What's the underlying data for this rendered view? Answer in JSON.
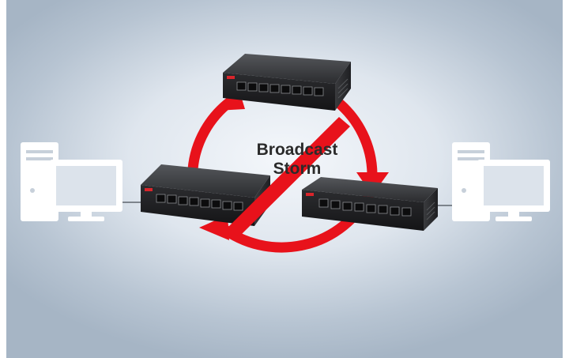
{
  "title": {
    "line1": "Broadcast",
    "line2": "Storm"
  },
  "colors": {
    "loop_arrows": "#e8121b",
    "prohibition_slash": "#e8121b",
    "switch_body": "#2a2a2c",
    "computer_icon": "#ffffff",
    "background": "#dfe6ee"
  },
  "nodes": [
    {
      "id": "switch-top",
      "icon": "network-switch-icon"
    },
    {
      "id": "switch-left",
      "icon": "network-switch-icon"
    },
    {
      "id": "switch-right",
      "icon": "network-switch-icon"
    },
    {
      "id": "computer-left",
      "icon": "desktop-computer-icon"
    },
    {
      "id": "computer-right",
      "icon": "desktop-computer-icon"
    }
  ]
}
